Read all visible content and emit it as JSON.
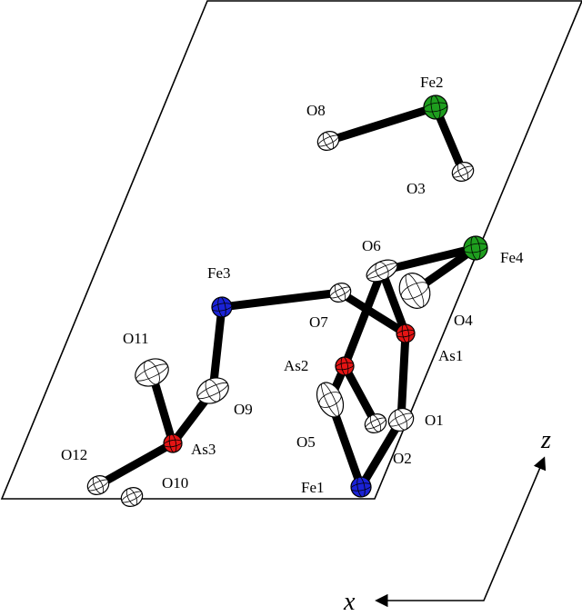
{
  "diagram": {
    "colors": {
      "Fe": "#1e9e1e",
      "Fe_blue": "#1a22d6",
      "As": "#e41414",
      "O": "#ffffff",
      "bond": "#000000"
    },
    "atoms": [
      {
        "id": "Fe2",
        "label": "Fe2",
        "element": "Fe"
      },
      {
        "id": "O8",
        "label": "O8",
        "element": "O"
      },
      {
        "id": "O3",
        "label": "O3",
        "element": "O"
      },
      {
        "id": "O6",
        "label": "O6",
        "element": "O"
      },
      {
        "id": "Fe4",
        "label": "Fe4",
        "element": "Fe"
      },
      {
        "id": "Fe3",
        "label": "Fe3",
        "element": "Fe_blue"
      },
      {
        "id": "O7",
        "label": "O7",
        "element": "O"
      },
      {
        "id": "O4",
        "label": "O4",
        "element": "O"
      },
      {
        "id": "As1",
        "label": "As1",
        "element": "As"
      },
      {
        "id": "As2",
        "label": "As2",
        "element": "As"
      },
      {
        "id": "O11",
        "label": "O11",
        "element": "O"
      },
      {
        "id": "O9",
        "label": "O9",
        "element": "O"
      },
      {
        "id": "O1",
        "label": "O1",
        "element": "O"
      },
      {
        "id": "O5",
        "label": "O5",
        "element": "O"
      },
      {
        "id": "O2",
        "label": "O2",
        "element": "O"
      },
      {
        "id": "As3",
        "label": "As3",
        "element": "As"
      },
      {
        "id": "O12",
        "label": "O12",
        "element": "O"
      },
      {
        "id": "O10",
        "label": "O10",
        "element": "O"
      },
      {
        "id": "Fe1",
        "label": "Fe1",
        "element": "Fe_blue"
      }
    ],
    "bonds": [
      [
        "Fe2",
        "O8"
      ],
      [
        "Fe2",
        "O3"
      ],
      [
        "Fe4",
        "O6"
      ],
      [
        "Fe4",
        "O4"
      ],
      [
        "Fe3",
        "O7"
      ],
      [
        "Fe3",
        "O9"
      ],
      [
        "O6",
        "As1"
      ],
      [
        "O6",
        "As2"
      ],
      [
        "O7",
        "As1"
      ],
      [
        "As1",
        "O1"
      ],
      [
        "As2",
        "O2"
      ],
      [
        "As2",
        "O5"
      ],
      [
        "O5",
        "Fe1"
      ],
      [
        "O1",
        "Fe1"
      ],
      [
        "O11",
        "As3"
      ],
      [
        "O9",
        "As3"
      ],
      [
        "As3",
        "O12"
      ]
    ],
    "axes": {
      "x_label": "x",
      "z_label": "z"
    }
  }
}
